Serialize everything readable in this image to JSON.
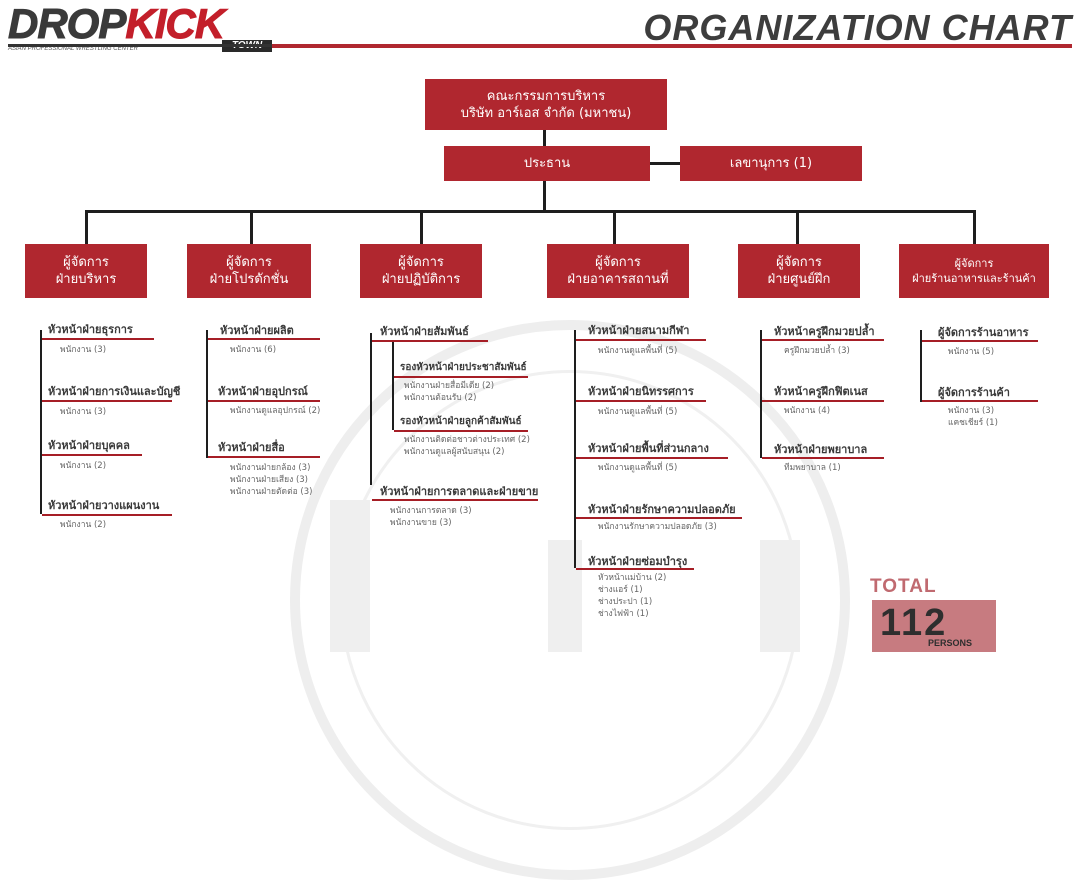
{
  "header": {
    "logo_main": "DROP",
    "logo_accent": "KICK",
    "logo_town": "TOWN",
    "logo_sub": "ASIAN PROFESSIONAL WRESTLING CENTER",
    "title": "ORGANIZATION CHART"
  },
  "board": {
    "line1": "คณะกรรมการบริหาร",
    "line2": "บริษัท อาร์เอส จำกัด (มหาชน)"
  },
  "president": "ประธาน",
  "secretary": "เลขานุการ (1)",
  "managers": [
    {
      "line1": "ผู้จัดการ",
      "line2": "ฝ่ายบริหาร"
    },
    {
      "line1": "ผู้จัดการ",
      "line2": "ฝ่ายโปรดักชั่น"
    },
    {
      "line1": "ผู้จัดการ",
      "line2": "ฝ่ายปฏิบัติการ"
    },
    {
      "line1": "ผู้จัดการ",
      "line2": "ฝ่ายอาคารสถานที่"
    },
    {
      "line1": "ผู้จัดการ",
      "line2": "ฝ่ายศูนย์ฝึก"
    },
    {
      "line1": "ผู้จัดการ",
      "line2": "ฝ่ายร้านอาหารและร้านค้า"
    }
  ],
  "col1": [
    {
      "head": "หัวหน้าฝ่ายธุรการ",
      "staff": [
        "พนักงาน (3)"
      ]
    },
    {
      "head": "หัวหน้าฝ่ายการเงินและบัญชี",
      "staff": [
        "พนักงาน (3)"
      ]
    },
    {
      "head": "หัวหน้าฝ่ายบุคคล",
      "staff": [
        "พนักงาน (2)"
      ]
    },
    {
      "head": "หัวหน้าฝ่ายวางแผนงาน",
      "staff": [
        "พนักงาน (2)"
      ]
    }
  ],
  "col2": [
    {
      "head": "หัวหน้าฝ่ายผลิต",
      "staff": [
        "พนักงาน (6)"
      ]
    },
    {
      "head": "หัวหน้าฝ่ายอุปกรณ์",
      "staff": [
        "พนักงานดูแลอุปกรณ์ (2)"
      ]
    },
    {
      "head": "หัวหน้าฝ่ายสื่อ",
      "staff": [
        "พนักงานฝ่ายกล้อง (3)",
        "พนักงานฝ่ายเสียง (3)",
        "พนักงานฝ่ายตัดต่อ (3)"
      ]
    }
  ],
  "col3": {
    "head1": "หัวหน้าฝ่ายสัมพันธ์",
    "sub1": {
      "head": "รองหัวหน้าฝ่ายประชาสัมพันธ์",
      "staff": [
        "พนักงานฝ่ายสื่อมีเดีย (2)",
        "พนักงานต้อนรับ (2)"
      ]
    },
    "sub2": {
      "head": "รองหัวหน้าฝ่ายลูกค้าสัมพันธ์",
      "staff": [
        "พนักงานติดต่อชาวต่างประเทศ (2)",
        "พนักงานดูแลผู้สนับสนุน (2)"
      ]
    },
    "head2": "หัวหน้าฝ่ายการตลาดและฝ่ายขาย",
    "staff2": [
      "พนักงานการตลาด (3)",
      "พนักงานขาย (3)"
    ]
  },
  "col4": [
    {
      "head": "หัวหน้าฝ่ายสนามกีฬา",
      "staff": [
        "พนักงานดูแลพื้นที่ (5)"
      ]
    },
    {
      "head": "หัวหน้าฝ่ายนิทรรศการ",
      "staff": [
        "พนักงานดูแลพื้นที่ (5)"
      ]
    },
    {
      "head": "หัวหน้าฝ่ายพื้นที่ส่วนกลาง",
      "staff": [
        "พนักงานดูแลพื้นที่ (5)"
      ]
    },
    {
      "head": "หัวหน้าฝ่ายรักษาความปลอดภัย",
      "staff": [
        "พนักงานรักษาความปลอดภัย (3)"
      ]
    },
    {
      "head": "หัวหน้าฝ่ายซ่อมบำรุง",
      "staff": [
        "หัวหน้าแม่บ้าน (2)",
        "ช่างแอร์ (1)",
        "ช่างประปา (1)",
        "ช่างไฟฟ้า (1)"
      ]
    }
  ],
  "col5": [
    {
      "head": "หัวหน้าครูฝึกมวยปล้ำ",
      "staff": [
        "ครูฝึกมวยปล้ำ (3)"
      ]
    },
    {
      "head": "หัวหน้าครูฝึกฟิตเนส",
      "staff": [
        "พนักงาน (4)"
      ]
    },
    {
      "head": "หัวหน้าฝ่ายพยาบาล",
      "staff": [
        "ทีมพยาบาล (1)"
      ]
    }
  ],
  "col6": [
    {
      "head": "ผู้จัดการร้านอาหาร",
      "staff": [
        "พนักงาน (5)"
      ]
    },
    {
      "head": "ผู้จัดการร้านค้า",
      "staff": [
        "พนักงาน (3)",
        "แคชเชียร์ (1)"
      ]
    }
  ],
  "total": {
    "label": "TOTAL",
    "value": "112",
    "unit": "PERSONS"
  },
  "colors": {
    "box_red": "#b0272f",
    "line_dark": "#1e1e1e",
    "total_pink": "#c77b80"
  }
}
